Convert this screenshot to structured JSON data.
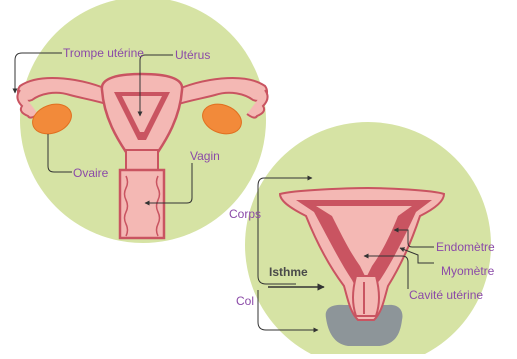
{
  "diagram": {
    "labels": {
      "trompe": "Trompe utérine",
      "uterus": "Utérus",
      "ovaire": "Ovaire",
      "vagin": "Vagin",
      "corps": "Corps",
      "isthme": "Isthme",
      "col": "Col",
      "endometre": "Endomètre",
      "myometre": "Myomètre",
      "cavite": "Cavité utérine"
    },
    "colors": {
      "background_circle": "#d6e3a4",
      "uterus_wall": "#c95461",
      "uterus_fill": "#f4b8b4",
      "ovary": "#f28a3a",
      "cervix_gray": "#8d9599",
      "label_purple": "#8b4aa8"
    }
  }
}
